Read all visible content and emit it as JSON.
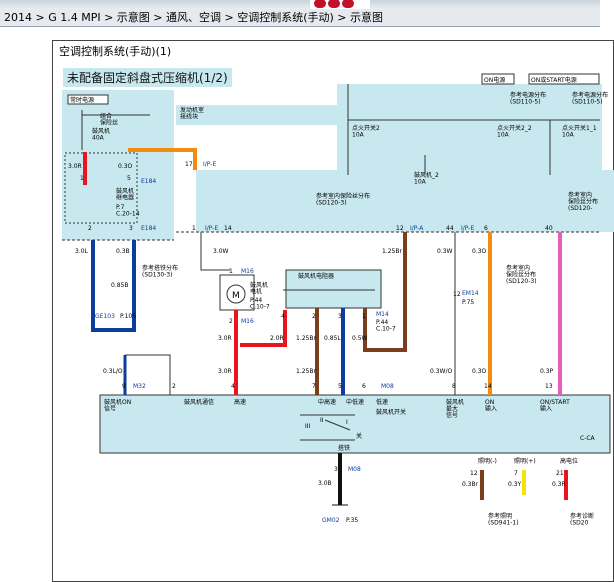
{
  "breadcrumb": "2014 > G 1.4 MPI > 示意图 > 通风、空调 > 空调控制系统(手动) > 示意图",
  "frame_title": "空调控制系统(手动)(1)",
  "sheet_title": "未配备固定斜盘式压缩机(1/2)",
  "labels": {
    "engine_fuse": "发动机室\n接线块",
    "always_power": "常时电源",
    "combo_fuse": "组合\n保险丝",
    "blower_fuse": "鼓风机\n40A",
    "on_power": "ON电源",
    "on_start_power": "ON或START电源",
    "ref_power_sd110_5": "参考电源分布\n(SD110-5)",
    "ref_power_sd110_s": "参考电源分布\n(SD110-5)",
    "ign_switch2": "点火开关2\n10A",
    "ign_switch2_2": "点火开关2_2\n10A",
    "ign_switch1": "点火开关1_1\n10A",
    "blower2": "鼓风机_2\n10A",
    "ref_fuse_sd120_3": "参考室内保险丝分布\n(SD120-3)",
    "ref_fuse_right": "参考室内\n保险丝分布\n(SD120-",
    "relay": "鼓风机\n继电器",
    "relay_ref": "P.7\nC.20-14",
    "e184": "E184",
    "ipe": "I/P-E",
    "ipa": "I/P-A",
    "m16": "M16",
    "motor": "鼓风机\n电机",
    "motor_ref": "P.44\nC.10-7",
    "resistor": "鼓风机电阻器",
    "m14": "M14",
    "m14_ref": "P.44\nC.10-7",
    "ref_ground": "参考搭铁分布\n(SD130-3)",
    "ge103": "GE103",
    "ge103_p": "P.105",
    "em14": "EM14",
    "em14_p": "P.75",
    "ref_indoor": "参考室内\n保险丝分布\n(SD120-3)",
    "m32": "M32",
    "m08": "M08",
    "blower_on": "鼓风机ON\n信号",
    "blower_comm": "鼓风机通信",
    "high": "高速",
    "mid_high": "中高速",
    "mid_low": "中低速",
    "low": "低速",
    "blower_switch": "鼓风机开关",
    "blower_max": "鼓风机\n最大\n信号",
    "on_input": "ON\n输入",
    "on_start_input": "ON/START\n输入",
    "ground": "搭铁",
    "off": "关",
    "light_neg": "照明(-)",
    "light_pos": "照明(+)",
    "high_level": "高电位",
    "cca": "C-CA",
    "ref_light": "参考照明\n(SD941-1)",
    "ref_right2": "参考诊断\n(SD20",
    "gm02": "GM02",
    "gm02_p": "P.35"
  },
  "wires": {
    "w1": "3.0R",
    "w2": "0.3O",
    "w3": "3.0L",
    "w4": "0.3B",
    "w5": "0.85B",
    "w6": "3.0W",
    "w7": "3.0R",
    "w8": "2.0R",
    "w9": "1.25Br",
    "w10": "0.85L",
    "w11": "0.5W",
    "w12": "1.25Br",
    "w13": "0.3W",
    "w14": "0.3O",
    "w15": "3.0R",
    "w16": "1.25Br",
    "w17": "0.3L/O",
    "w18": "0.3W/O",
    "w19": "0.3O",
    "w20": "0.3P",
    "w21": "3.0B",
    "w22": "0.3Br",
    "w23": "0.3Y",
    "w24": "0.3R"
  },
  "pins": {
    "p17": "17",
    "p1": "1",
    "p5": "5",
    "p2": "2",
    "p3": "3",
    "p14": "14",
    "p12": "12",
    "p44": "44",
    "p6": "6",
    "p40": "40",
    "p4": "4",
    "p7": "7",
    "p1b": "1",
    "p12b": "12",
    "p9": "9",
    "p2b": "2",
    "p3b": "3",
    "p1c": "1",
    "p5b": "5",
    "p6b": "6",
    "p8": "8",
    "p14b": "14",
    "p13": "13",
    "p3c": "3",
    "p12c": "12",
    "p7b": "7",
    "p21": "21",
    "p1d": "1",
    "p2c": "2",
    "p3d": "3",
    "p4b": "4",
    "pII": "II",
    "pIII": "III",
    "pI": "I"
  },
  "colors": {
    "red": "#e8141e",
    "orange": "#f28c10",
    "blue": "#0a3d9c",
    "white": "#ffffff",
    "brown": "#7b3d1e",
    "pink": "#e85fb8",
    "yellow": "#f5e20a",
    "black": "#111111",
    "panel": "#c7e8ee"
  }
}
